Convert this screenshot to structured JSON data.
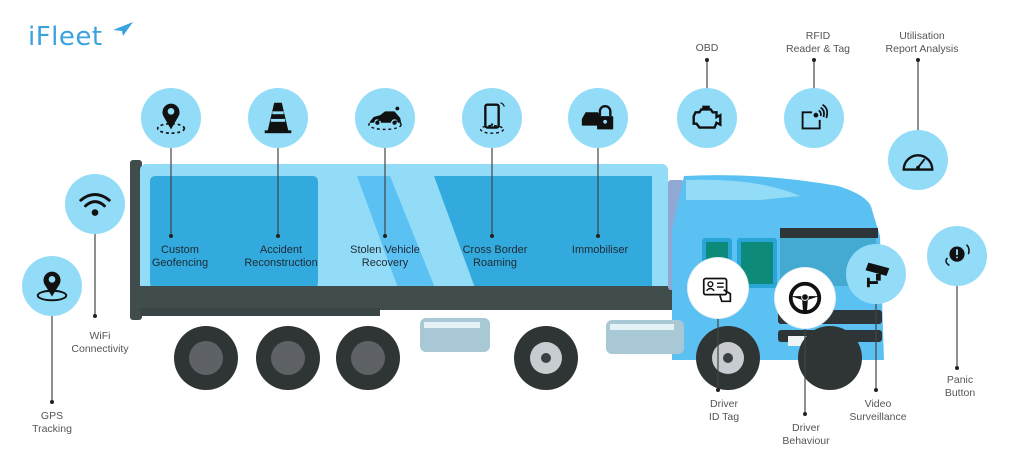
{
  "brand": {
    "name": "iFleet",
    "color": "#3aa3de"
  },
  "colors": {
    "icon_bg": "#93dcf8",
    "trailer_light": "#93dcf8",
    "trailer_dark": "#33aade",
    "chassis": "#414d4d",
    "cab": "#5bc1f2"
  },
  "features": [
    {
      "id": "gps",
      "label": "GPS\nTracking",
      "icon": "map-pin-ring-icon"
    },
    {
      "id": "wifi",
      "label": "WiFi\nConnectivity",
      "icon": "wifi-icon"
    },
    {
      "id": "geofencing",
      "label": "Custom\nGeofencing",
      "icon": "geofence-pin-icon"
    },
    {
      "id": "accident",
      "label": "Accident\nReconstruction",
      "icon": "traffic-cone-icon"
    },
    {
      "id": "stolen",
      "label": "Stolen Vehicle\nRecovery",
      "icon": "car-tracking-icon"
    },
    {
      "id": "roaming",
      "label": "Cross Border\nRoaming",
      "icon": "phone-signal-icon"
    },
    {
      "id": "immobiliser",
      "label": "Immobiliser",
      "icon": "car-lock-icon"
    },
    {
      "id": "obd",
      "label": "OBD",
      "icon": "engine-icon"
    },
    {
      "id": "rfid",
      "label": "RFID\nReader & Tag",
      "icon": "rfid-icon"
    },
    {
      "id": "utilisation",
      "label": "Utilisation\nReport Analysis",
      "icon": "speedometer-icon"
    },
    {
      "id": "panic",
      "label": "Panic\nButton",
      "icon": "panic-button-icon"
    },
    {
      "id": "driver_id",
      "label": "Driver\nID Tag",
      "icon": "id-card-icon"
    },
    {
      "id": "driver_behaviour",
      "label": "Driver\nBehaviour",
      "icon": "steering-wheel-icon"
    },
    {
      "id": "video",
      "label": "Video\nSurveillance",
      "icon": "cctv-camera-icon"
    }
  ]
}
